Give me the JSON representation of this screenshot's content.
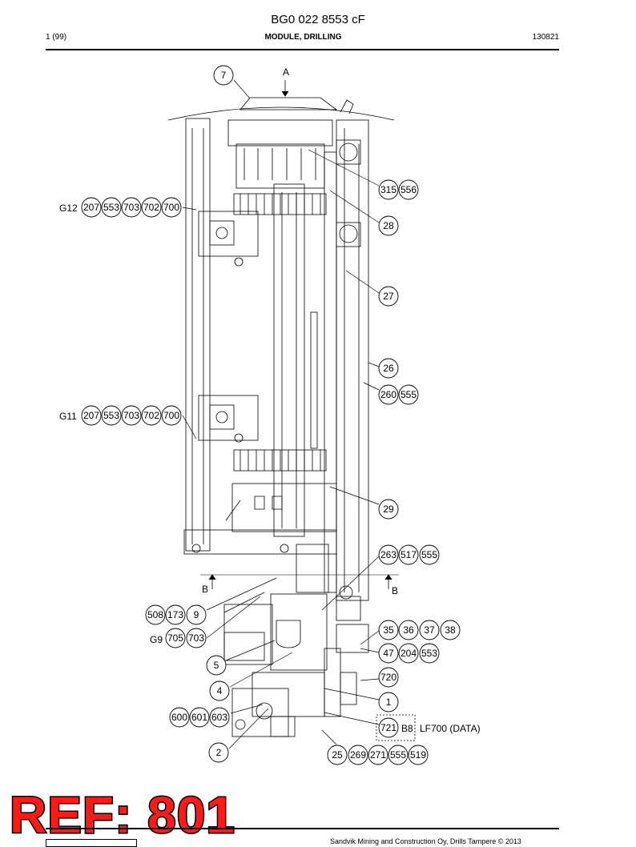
{
  "header": {
    "title": "BG0 022 8553 cF",
    "page": "1 (99)",
    "module": "MODULE, DRILLING",
    "date": "130821"
  },
  "drawing": {
    "view_markers": {
      "top": "A",
      "left": "B",
      "right": "B"
    },
    "row_prefix": {
      "g12": "G12",
      "g11": "G11",
      "g9": "G9",
      "b8": "B8"
    },
    "callout_text": "LF700 (DATA)",
    "callouts": {
      "c7": "7",
      "c315": "315",
      "c556": "556",
      "c28": "28",
      "c27": "27",
      "c26": "26",
      "c260": "260",
      "c555a": "555",
      "c29": "29",
      "c263": "263",
      "c517": "517",
      "c555b": "555",
      "c508": "508",
      "c173": "173",
      "c9": "9",
      "c705": "705",
      "c703g9": "703",
      "c35": "35",
      "c36": "36",
      "c37": "37",
      "c38": "38",
      "c47": "47",
      "c204": "204",
      "c553b": "553",
      "c5": "5",
      "c720": "720",
      "c4": "4",
      "c1": "1",
      "c600": "600",
      "c601": "601",
      "c603": "603",
      "c721": "721",
      "c2": "2",
      "c25": "25",
      "c269": "269",
      "c271": "271",
      "c555c": "555",
      "c519": "519",
      "g12_207": "207",
      "g12_553": "553",
      "g12_703": "703",
      "g12_702": "702",
      "g12_700": "700",
      "g11_207": "207",
      "g11_553": "553",
      "g11_703": "703",
      "g11_702": "702",
      "g11_700": "700"
    }
  },
  "stamp": {
    "ref": "REF: 801"
  },
  "footer": {
    "copyright": "Sandvik Mining and Construction Oy, Drills Tampere © 2013"
  }
}
